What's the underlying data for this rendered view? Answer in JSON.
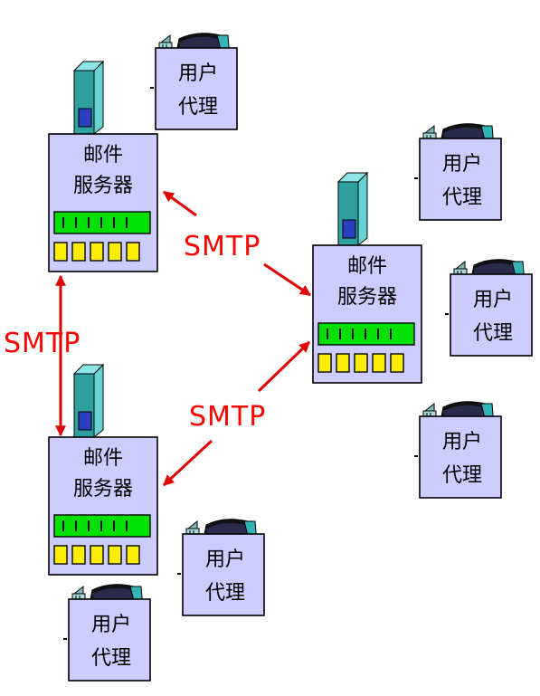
{
  "diagram": {
    "mail_servers": [
      {
        "line1": "邮件",
        "line2": "服务器"
      },
      {
        "line1": "邮件",
        "line2": "服务器"
      },
      {
        "line1": "邮件",
        "line2": "服务器"
      }
    ],
    "user_agents": [
      {
        "line1": "用户",
        "line2": "代理"
      },
      {
        "line1": "用户",
        "line2": "代理"
      },
      {
        "line1": "用户",
        "line2": "代理"
      },
      {
        "line1": "用户",
        "line2": "代理"
      },
      {
        "line1": "用户",
        "line2": "代理"
      },
      {
        "line1": "用户",
        "line2": "代理"
      }
    ],
    "protocol_labels": [
      "SMTP",
      "SMTP",
      "SMTP"
    ]
  },
  "colors": {
    "box_fill": "#ccccff",
    "tower": "#33b3b3",
    "tower_dark": "#1f8080",
    "slot": "#2b3fc0",
    "led_bar": "#00e000",
    "drive": "#ffee00",
    "arrow": "#e00000",
    "smtp_text": "#ff0000"
  }
}
